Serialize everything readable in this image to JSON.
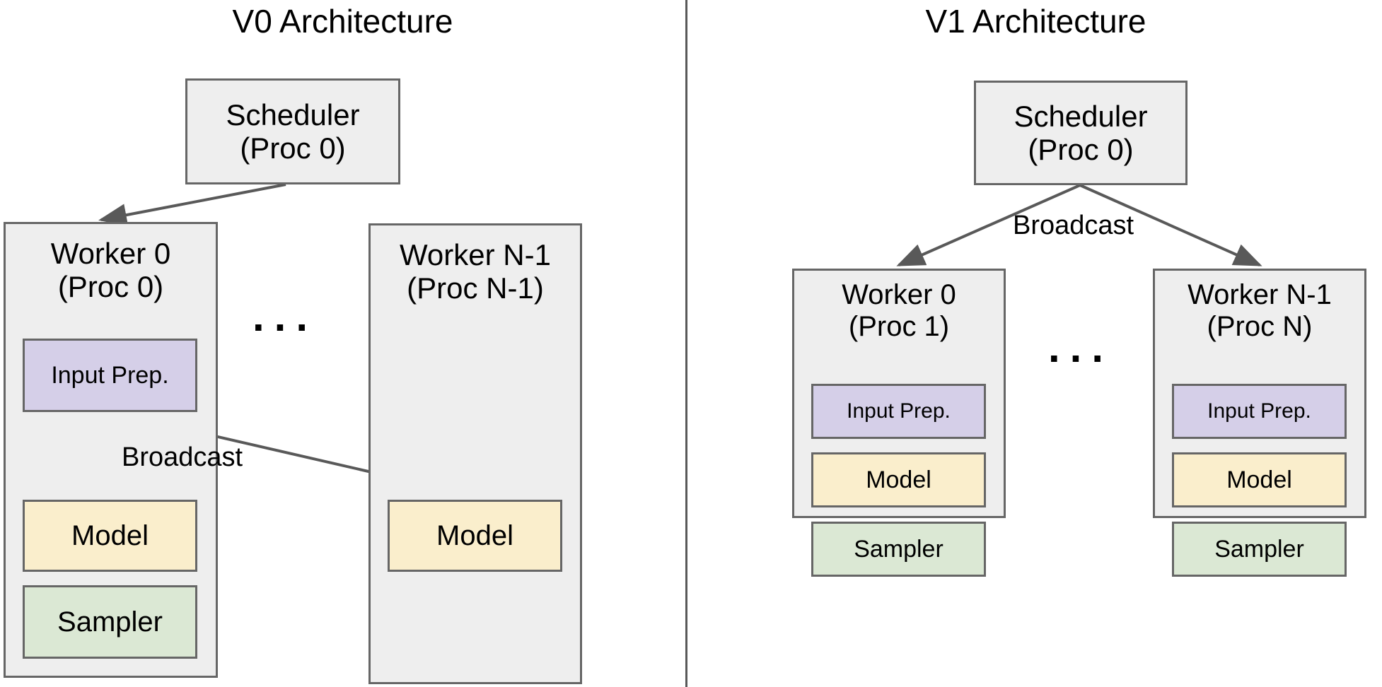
{
  "figure": {
    "panels": [
      {
        "id": "v0",
        "title": "V0 Architecture",
        "scheduler": {
          "line1": "Scheduler",
          "line2": "(Proc 0)"
        },
        "workers": [
          {
            "id": "worker-0",
            "line1": "Worker 0",
            "line2": "(Proc 0)",
            "components": [
              {
                "label": "Input Prep.",
                "color": "#d5cfe8"
              },
              {
                "label": "Model",
                "color": "#faeecc"
              },
              {
                "label": "Sampler",
                "color": "#dbe8d4"
              }
            ]
          },
          {
            "id": "worker-n-1",
            "line1": "Worker N-1",
            "line2": "(Proc N-1)",
            "components": [
              {
                "label": "Model",
                "color": "#faeecc"
              }
            ]
          }
        ],
        "edge_labels": [
          "Broadcast"
        ],
        "ellipsis": "..."
      },
      {
        "id": "v1",
        "title": "V1 Architecture",
        "scheduler": {
          "line1": "Scheduler",
          "line2": "(Proc 0)"
        },
        "workers": [
          {
            "id": "worker-0",
            "line1": "Worker 0",
            "line2": "(Proc 1)",
            "components": [
              {
                "label": "Input Prep.",
                "color": "#d5cfe8"
              },
              {
                "label": "Model",
                "color": "#faeecc"
              },
              {
                "label": "Sampler",
                "color": "#dbe8d4"
              }
            ]
          },
          {
            "id": "worker-n-1",
            "line1": "Worker N-1",
            "line2": "(Proc N)",
            "components": [
              {
                "label": "Input Prep.",
                "color": "#d5cfe8"
              },
              {
                "label": "Model",
                "color": "#faeecc"
              },
              {
                "label": "Sampler",
                "color": "#dbe8d4"
              }
            ]
          }
        ],
        "edge_labels": [
          "Broadcast"
        ],
        "ellipsis": "..."
      }
    ],
    "colors": {
      "background": "#ffffff",
      "group_fill": "#eeeeee",
      "box_stroke": "#666666",
      "arrow_stroke": "#595959",
      "input_prep": "#d5cfe8",
      "model": "#faeecc",
      "sampler": "#dbe8d4",
      "text": "#000000"
    }
  }
}
